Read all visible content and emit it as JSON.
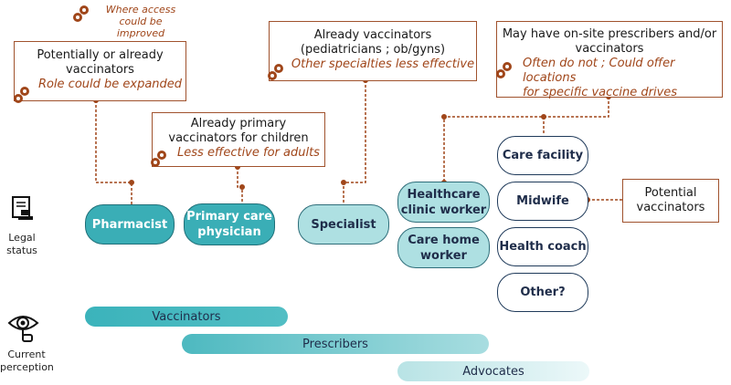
{
  "legend": {
    "text_line1": "Where access",
    "text_line2": "could be improved"
  },
  "callouts": {
    "pharmacist": {
      "line1": "Potentially or already",
      "line2": "vaccinators",
      "improve": "Role could be expanded"
    },
    "primary_care": {
      "line1": "Already primary",
      "line2": "vaccinators for children",
      "improve": "Less effective for adults"
    },
    "specialist": {
      "line1": "Already vaccinators",
      "line2": "(pediatricians ; ob/gyns)",
      "improve": "Other specialties less effective"
    },
    "onsite": {
      "line1": "May have on-site prescribers and/or",
      "line2": "vaccinators",
      "improve1": "Often do not ; Could offer locations",
      "improve2": "for specific vaccine drives"
    },
    "potential": {
      "line1": "Potential",
      "line2": "vaccinators"
    }
  },
  "nodes": {
    "pharmacist": "Pharmacist",
    "primary_care_1": "Primary care",
    "primary_care_2": "physician",
    "specialist": "Specialist",
    "clinic_1": "Healthcare",
    "clinic_2": "clinic worker",
    "carehome_1": "Care home",
    "carehome_2": "worker",
    "care_facility": "Care facility",
    "midwife": "Midwife",
    "health_coach": "Health coach",
    "other": "Other?"
  },
  "side_labels": {
    "legal_1": "Legal",
    "legal_2": "status",
    "perception_1": "Current",
    "perception_2": "perception"
  },
  "bars": {
    "vaccinators": "Vaccinators",
    "prescribers": "Prescribers",
    "advocates": "Advocates"
  },
  "colors": {
    "accent_brown": "#a0522d",
    "teal": "#3aaeb6",
    "light_teal": "#aee0e2",
    "navy": "#1f2d4a"
  },
  "icons": {
    "legal": "document-stamp-icon",
    "perception": "eye-magnifier-icon",
    "gear": "gears-icon"
  }
}
